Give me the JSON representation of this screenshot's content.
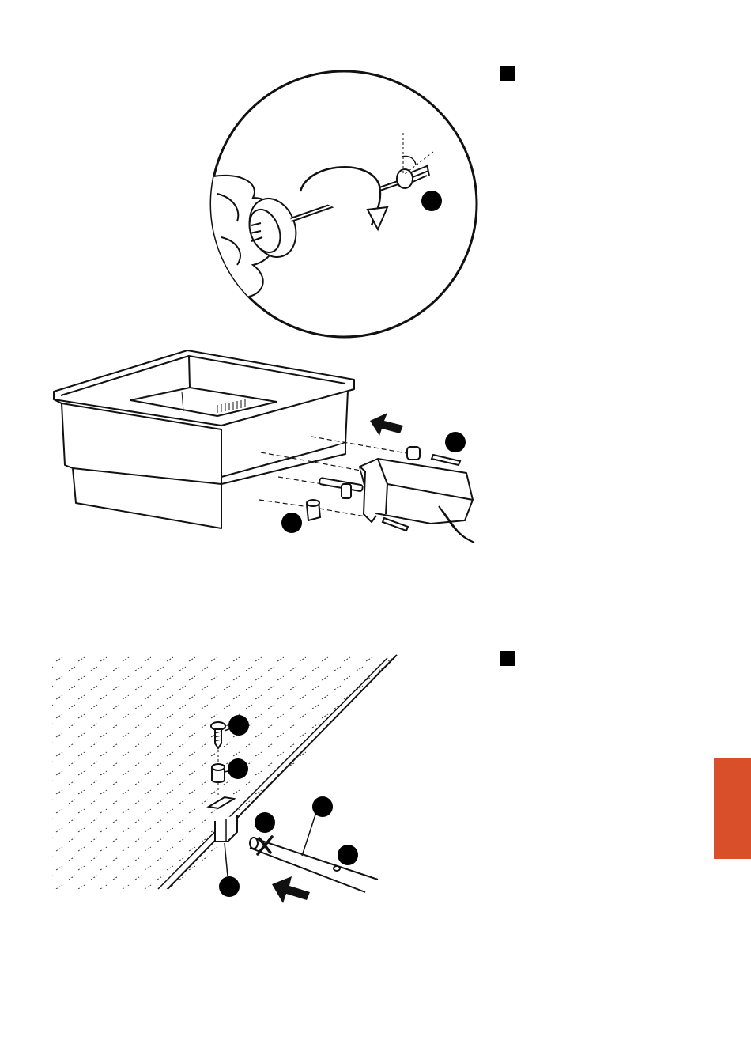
{
  "page": {
    "background": "#ffffff",
    "line_color": "#111111",
    "callout_color": "#000000",
    "tab_color": "#d94f2a"
  },
  "step_markers": [
    {
      "icon": "black-square-icon"
    },
    {
      "icon": "black-square-icon"
    }
  ],
  "figures": [
    {
      "name": "motor-mounting",
      "icons": [
        "screwdriver-detail-icon",
        "basin-icon",
        "motor-icon",
        "screw-icon",
        "spacer-icon",
        "direction-arrow-icon"
      ]
    },
    {
      "name": "plate-bolt-assembly",
      "icons": [
        "perforated-plate-icon",
        "screw-icon",
        "spacer-icon",
        "rod-icon",
        "direction-arrow-icon",
        "cross-mark-icon"
      ]
    }
  ],
  "callouts_count_visible": 9
}
